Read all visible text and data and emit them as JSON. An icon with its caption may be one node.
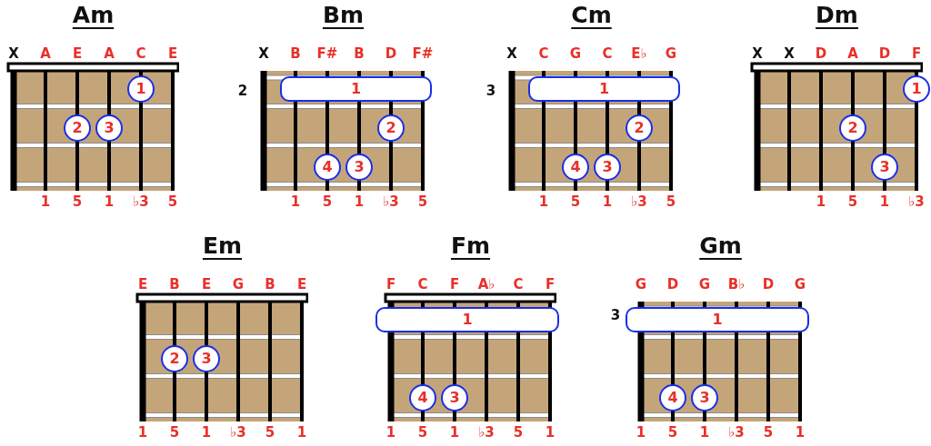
{
  "diagram": {
    "nodes": [
      {
        "text": [
          "Am"
        ],
        "beside": [
          "X",
          "A",
          "E",
          "A",
          "C",
          "E",
          "1",
          "5",
          "1",
          "♭3",
          "5"
        ]
      },
      {
        "text": [
          "1"
        ],
        "in": 0
      },
      {
        "text": [
          "2"
        ],
        "in": 0
      },
      {
        "text": [
          "3"
        ],
        "in": 0
      },
      {
        "text": [
          "Bm"
        ],
        "beside": [
          "X",
          "B",
          "F#",
          "B",
          "D",
          "F#",
          "2",
          "1",
          "5",
          "1",
          "♭3",
          "5"
        ]
      },
      {
        "text": [
          "1"
        ],
        "in": 4
      },
      {
        "text": [
          "2"
        ],
        "in": 4
      },
      {
        "text": [
          "4"
        ],
        "in": 4
      },
      {
        "text": [
          "3"
        ],
        "in": 4
      },
      {
        "text": [
          "Cm"
        ],
        "beside": [
          "X",
          "C",
          "G",
          "C",
          "E♭",
          "G",
          "3",
          "1",
          "5",
          "1",
          "♭3",
          "5"
        ]
      },
      {
        "text": [
          "1"
        ],
        "in": 9
      },
      {
        "text": [
          "2"
        ],
        "in": 9
      },
      {
        "text": [
          "4"
        ],
        "in": 9
      },
      {
        "text": [
          "3"
        ],
        "in": 9
      },
      {
        "text": [
          "Dm"
        ],
        "beside": [
          "X",
          "X",
          "D",
          "A",
          "D",
          "F",
          "1",
          "5",
          "1",
          "♭3"
        ]
      },
      {
        "text": [
          "1"
        ],
        "in": 14
      },
      {
        "text": [
          "2"
        ],
        "in": 14
      },
      {
        "text": [
          "3"
        ],
        "in": 14
      },
      {
        "text": [
          "Em"
        ],
        "beside": [
          "E",
          "B",
          "E",
          "G",
          "B",
          "E",
          "1",
          "5",
          "1",
          "♭3",
          "5",
          "1"
        ]
      },
      {
        "text": [
          "2"
        ],
        "in": 18
      },
      {
        "text": [
          "3"
        ],
        "in": 18
      },
      {
        "text": [
          "Fm"
        ],
        "beside": [
          "F",
          "C",
          "F",
          "A♭",
          "C",
          "F",
          "1",
          "5",
          "1",
          "♭3",
          "5",
          "1"
        ]
      },
      {
        "text": [
          "1"
        ],
        "in": 21
      },
      {
        "text": [
          "4"
        ],
        "in": 21
      },
      {
        "text": [
          "3"
        ],
        "in": 21
      },
      {
        "text": [
          "Gm"
        ],
        "beside": [
          "G",
          "D",
          "G",
          "B♭",
          "D",
          "G",
          "1",
          "5",
          "1",
          "♭3",
          "5",
          "1"
        ]
      },
      {
        "text": [
          "1"
        ],
        "in": 25
      },
      {
        "text": [
          "4"
        ],
        "in": 25
      },
      {
        "text": [
          "3"
        ],
        "in": 25
      }
    ],
    "labels": [
      "3"
    ]
  }
}
